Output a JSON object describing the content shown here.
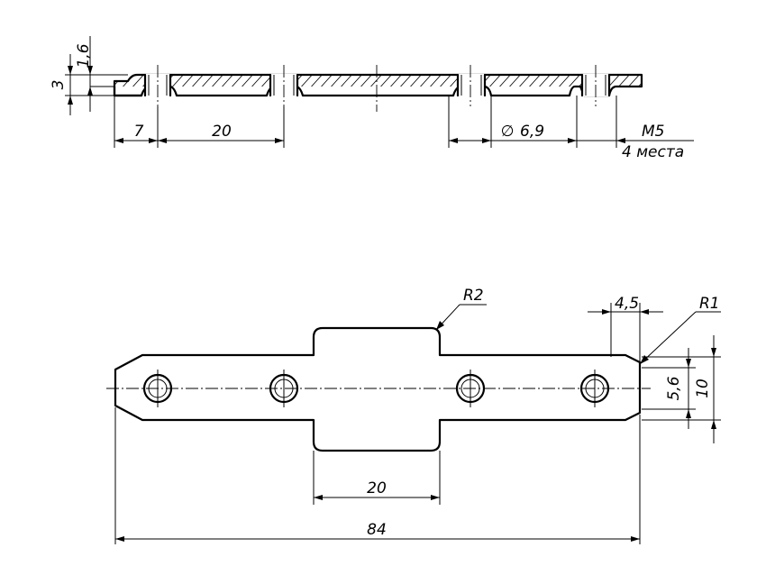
{
  "section_view": {
    "dim_thickness_sheet": "1,6",
    "dim_thickness_total": "3",
    "dim_edge_to_hole": "7",
    "dim_hole_pitch": "20",
    "dim_hole_diameter": "6,9",
    "diameter_symbol": "∅",
    "thread_label": "M5",
    "thread_count_label": "4 места"
  },
  "plan_view": {
    "radius_large": "R2",
    "radius_small": "R1",
    "dim_chamfer": "4,5",
    "dim_inner_height": "5,6",
    "dim_outer_height": "10",
    "dim_body_width": "20",
    "dim_total_length": "84"
  }
}
